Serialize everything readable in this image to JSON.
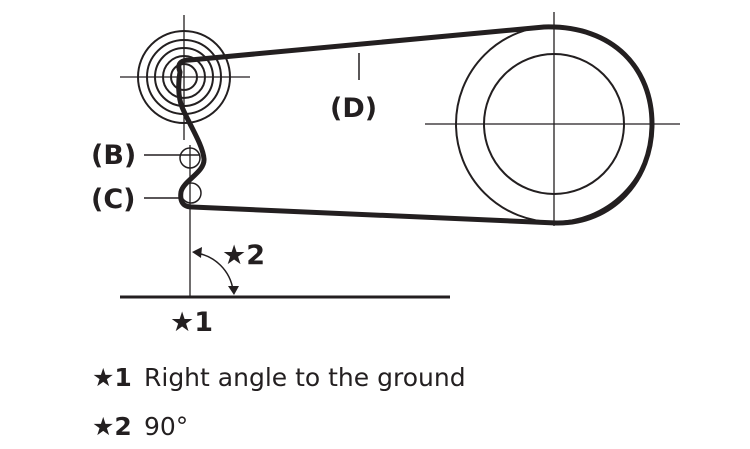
{
  "labels": {
    "b": "(B)",
    "c": "(C)",
    "d": "(D)",
    "star1": "★1",
    "star2": "★2"
  },
  "legend": [
    {
      "key": "★1",
      "text": "Right angle to the ground"
    },
    {
      "key": "★2",
      "text": "90°"
    }
  ],
  "colors": {
    "ink": "#231f20",
    "background": "#ffffff"
  }
}
